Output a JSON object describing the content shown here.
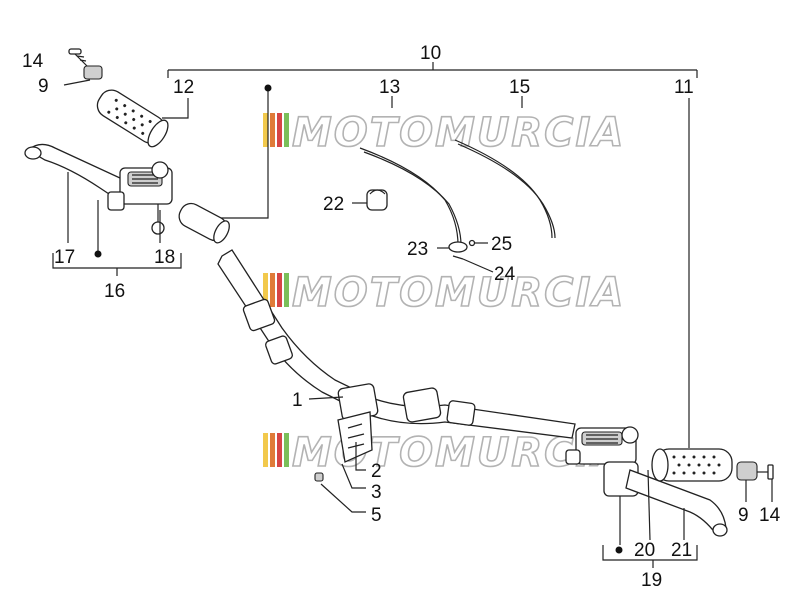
{
  "watermark": {
    "text": "MOTOMURCIA",
    "stripe_colors": [
      "#f2c94c",
      "#e07b39",
      "#d64545",
      "#7bbf5a"
    ]
  },
  "callouts": {
    "c1": "1",
    "c2": "2",
    "c3": "3",
    "c5": "5",
    "c9_left": "9",
    "c9_right": "9",
    "c10": "10",
    "c11": "11",
    "c12": "12",
    "c13": "13",
    "c14_left": "14",
    "c14_right": "14",
    "c15": "15",
    "c16": "16",
    "c17": "17",
    "c18": "18",
    "c19": "19",
    "c20": "20",
    "c21": "21",
    "c22": "22",
    "c23": "23",
    "c24": "24",
    "c25": "25"
  }
}
